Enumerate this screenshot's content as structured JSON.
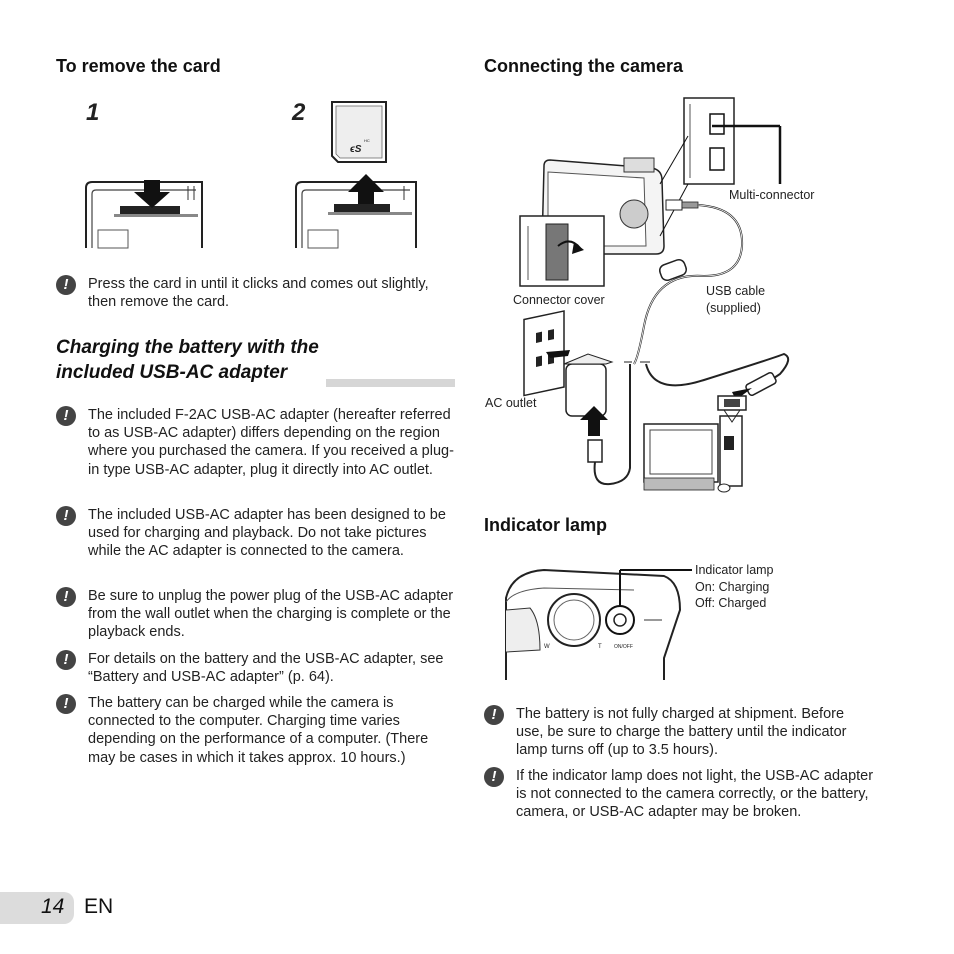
{
  "remove_card": {
    "heading": "To remove the card",
    "step1": "1",
    "step2": "2",
    "note": "Press the card in until it clicks and comes out slightly, then remove the card."
  },
  "charging": {
    "title_line1": "Charging the battery with the",
    "title_line2": "included USB-AC adapter",
    "notes": [
      "The included F-2AC USB-AC adapter (hereafter referred to as USB-AC adapter) differs depending on the region where you purchased the camera. If you received a plug-in type USB-AC adapter, plug it directly into AC outlet.",
      "The included USB-AC adapter has been designed to be used for charging and playback. Do not take pictures while the AC adapter is connected to the camera.",
      "Be sure to unplug the power plug of the USB-AC adapter from the wall outlet when the charging is complete or the playback ends.",
      "For details on the battery and the USB-AC adapter, see “Battery and USB-AC adapter” (p. 64).",
      "The battery can be charged while the camera is connected to the computer. Charging time varies depending on the performance of a computer. (There may be cases in which it takes approx. 10 hours.)"
    ]
  },
  "connecting": {
    "heading": "Connecting the camera",
    "labels": {
      "multi_connector": "Multi-connector",
      "connector_cover": "Connector cover",
      "usb_cable_line1": "USB cable",
      "usb_cable_line2": "(supplied)",
      "ac_outlet": "AC outlet"
    }
  },
  "indicator": {
    "heading": "Indicator lamp",
    "label_line1": "Indicator lamp",
    "label_line2": "On: Charging",
    "label_line3": "Off: Charged",
    "notes": [
      "The battery is not fully charged at shipment. Before use, be sure to charge the battery until the indicator lamp turns off (up to 3.5 hours).",
      "If the indicator lamp does not light, the USB-AC adapter is not connected to the camera correctly, or the battery, camera, or USB-AC adapter may be broken."
    ]
  },
  "footer": {
    "page_number": "14",
    "language": "EN"
  },
  "icons": {
    "caution": "!"
  }
}
